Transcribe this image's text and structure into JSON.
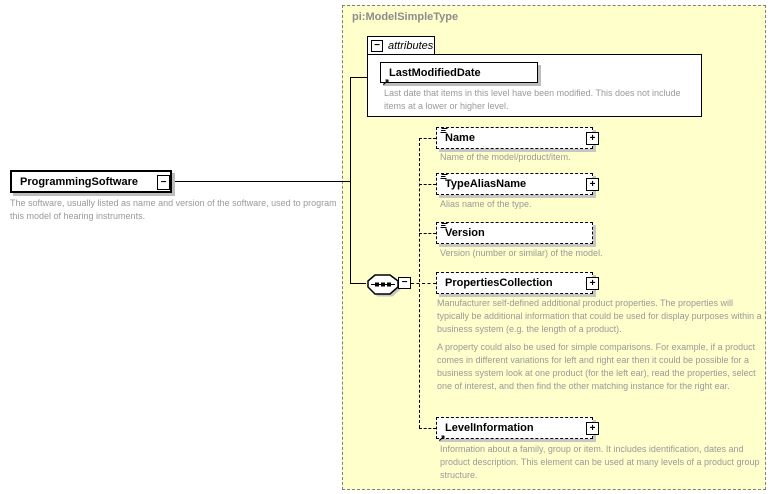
{
  "root_element": {
    "label": "ProgrammingSoftware",
    "description": "The software, usually listed as name and version of the software, used to program this model of hearing instruments.",
    "collapse_glyph": "−"
  },
  "type_panel": {
    "title": "pi:ModelSimpleType",
    "attributes_section": {
      "tab_label": "attributes",
      "collapse_glyph": "−",
      "attributes": [
        {
          "label": "LastModifiedDate",
          "description": "Last date that items in this level have been modified. This does not include items at a lower or higher level."
        }
      ]
    },
    "sequence": {
      "collapse_glyph": "−"
    },
    "elements": [
      {
        "label": "Name",
        "description": "Name of the model/product/item.",
        "expand_glyph": "+"
      },
      {
        "label": "TypeAliasName",
        "description": "Alias name of the type.",
        "expand_glyph": "+"
      },
      {
        "label": "Version",
        "description": "Version (number or similar) of the model."
      },
      {
        "label": "PropertiesCollection",
        "description_1": "Manufacturer self-defined additional product properties.  The properties will typically be additional information that could be used for display purposes within a business system (e.g. the length of a product).",
        "description_2": "A property could also be used for simple comparisons.  For example, if a product comes in different variations for left and right ear then it could be possible for a business system look at one product (for the left ear), read the properties, select one of interest, and then find the other matching instance for the right ear.",
        "expand_glyph": "+"
      },
      {
        "label": "LevelInformation",
        "description": "Information about a family, group or item. It includes identification, dates and product description. This element can be used at many levels of a product group structure.",
        "expand_glyph": "+"
      }
    ]
  },
  "colors": {
    "panel_background": "#ffffcc",
    "panel_border": "#808080",
    "panel_title_text": "#8c8c8c",
    "annotation_text": "#999999",
    "element_text": "#000000",
    "shadow": "#c0c0c0"
  }
}
